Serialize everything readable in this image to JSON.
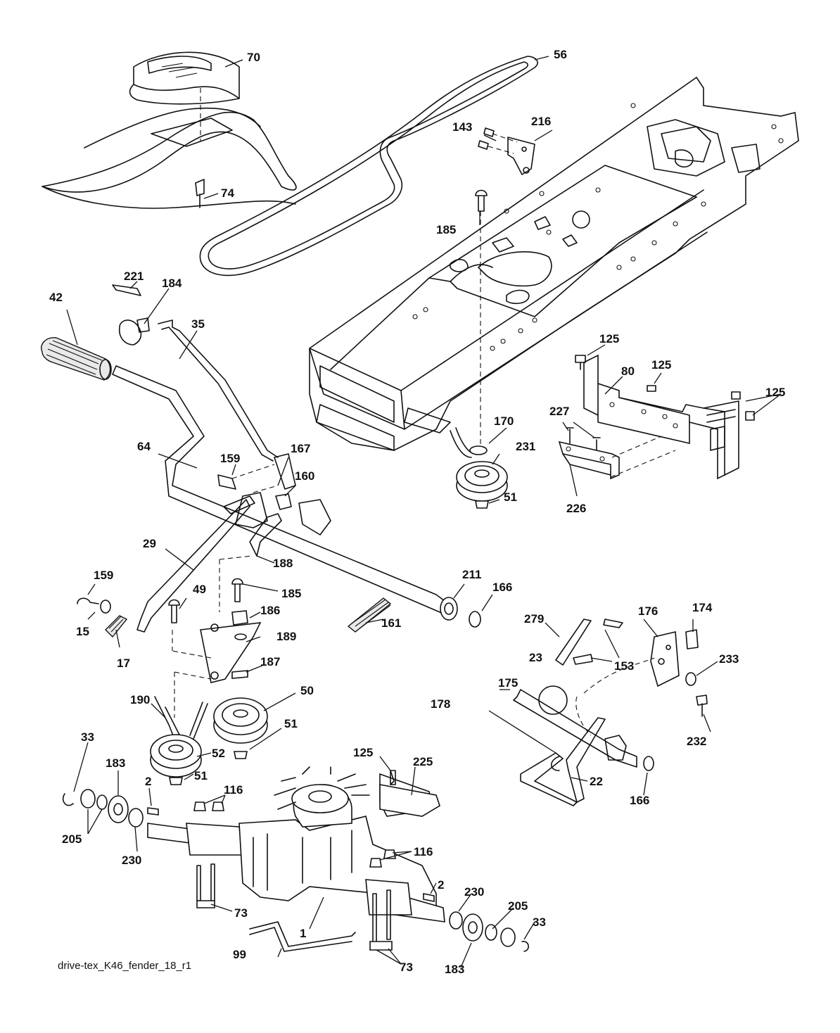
{
  "drawing_id": "drive-tex_K46_fender_18_r1",
  "callouts": {
    "c70": "70",
    "c56": "56",
    "c143": "143",
    "c216": "216",
    "c74": "74",
    "c185a": "185",
    "c221": "221",
    "c184": "184",
    "c42": "42",
    "c35": "35",
    "c125a": "125",
    "c80": "80",
    "c125b": "125",
    "c125c": "125",
    "c227": "227",
    "c226": "226",
    "c170": "170",
    "c231": "231",
    "c51a": "51",
    "c64": "64",
    "c159a": "159",
    "c167": "167",
    "c160": "160",
    "c29": "29",
    "c188": "188",
    "c159b": "159",
    "c15": "15",
    "c17": "17",
    "c49": "49",
    "c185b": "185",
    "c186": "186",
    "c189": "189",
    "c187": "187",
    "c161": "161",
    "c211": "211",
    "c166a": "166",
    "c279": "279",
    "c153": "153",
    "c176": "176",
    "c174": "174",
    "c23": "23",
    "c233": "233",
    "c175": "175",
    "c178": "178",
    "c232": "232",
    "c22": "22",
    "c166b": "166",
    "c190": "190",
    "c50": "50",
    "c51b": "51",
    "c52": "52",
    "c51c": "51",
    "c33a": "33",
    "c183a": "183",
    "c2a": "2",
    "c116a": "116",
    "c205a": "205",
    "c230a": "230",
    "c125d": "125",
    "c225": "225",
    "c116b": "116",
    "c2b": "2",
    "c73a": "73",
    "c230b": "230",
    "c205b": "205",
    "c33b": "33",
    "c1": "1",
    "c99": "99",
    "c73b": "73",
    "c183b": "183"
  }
}
